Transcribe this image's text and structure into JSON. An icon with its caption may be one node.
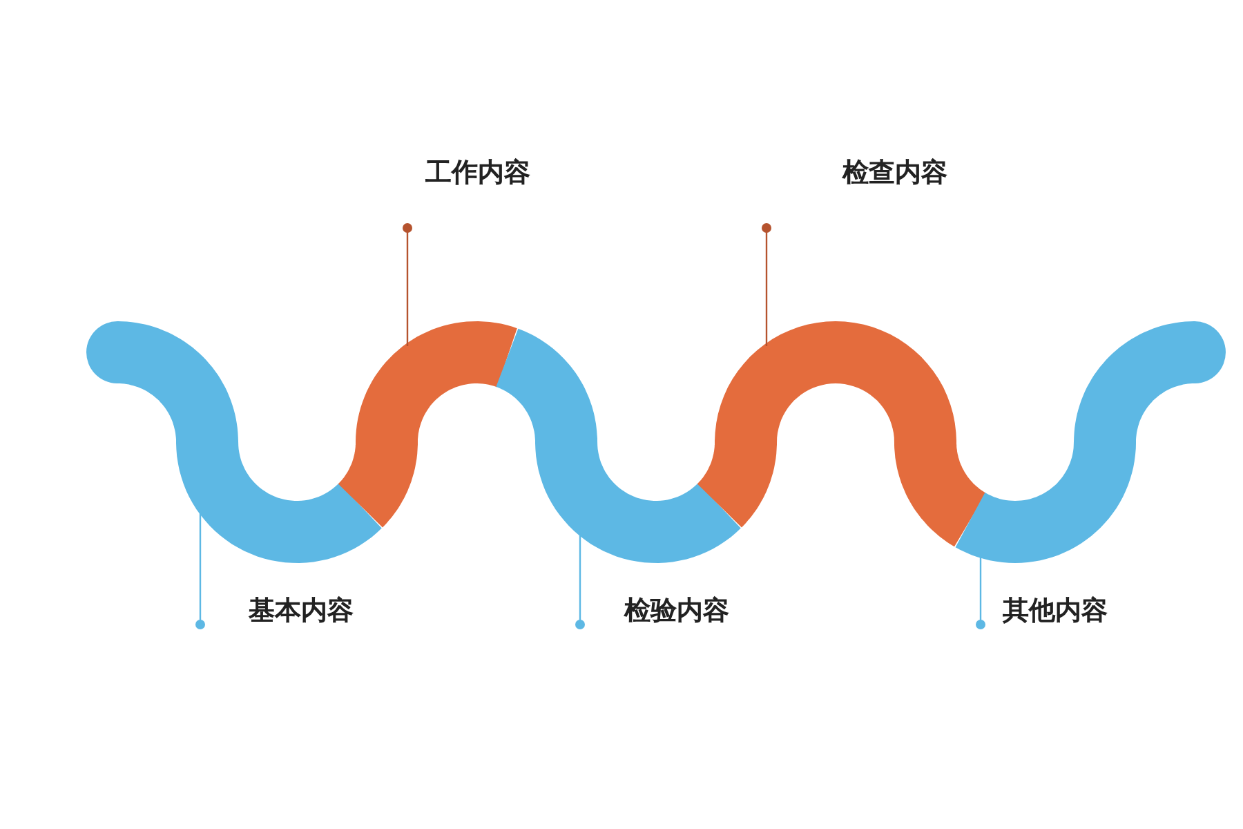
{
  "diagram": {
    "nodes": [
      {
        "text": [
          "工作内容"
        ]
      },
      {
        "text": [
          "检查内容"
        ]
      },
      {
        "text": [],
        "shape": "band"
      },
      {
        "text": [],
        "shape": "band"
      },
      {
        "text": [],
        "shape": "band"
      },
      {
        "text": [],
        "shape": "band"
      },
      {
        "text": [],
        "shape": "band"
      },
      {
        "text": [
          "基本内容"
        ]
      },
      {
        "text": [
          "检验内容"
        ]
      },
      {
        "text": [
          "其他内容"
        ]
      }
    ],
    "edges": [
      {
        "from": 0,
        "to": 3,
        "arrow": "other",
        "color": "#b5532e"
      },
      {
        "from": 1,
        "to": 5,
        "arrow": "other",
        "color": "#b5532e"
      },
      {
        "from": 7,
        "to": 2,
        "arrow": "other"
      },
      {
        "from": 8,
        "to": 4,
        "arrow": "other"
      },
      {
        "from": 9,
        "to": 6,
        "arrow": "other"
      }
    ]
  }
}
